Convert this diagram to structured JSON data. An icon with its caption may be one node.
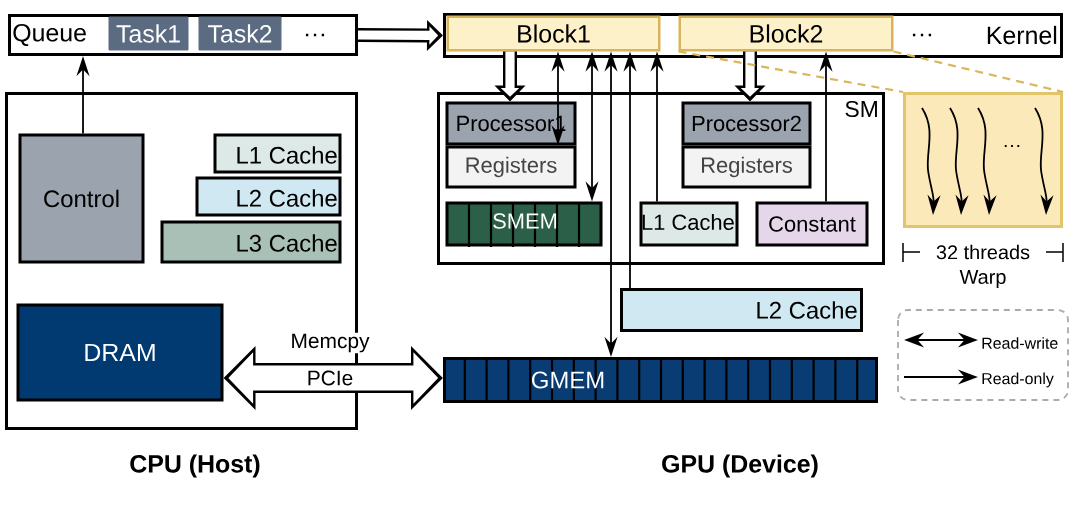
{
  "diagram": {
    "nodes": [
      {
        "text": [
          "Queue",
          "…"
        ]
      },
      {
        "text": [
          "Task1"
        ],
        "in": 0
      },
      {
        "text": [
          "Task2"
        ],
        "in": 0
      },
      {
        "text": [
          "…",
          "Kernel"
        ]
      },
      {
        "text": [
          "Block1"
        ],
        "in": 3
      },
      {
        "text": [
          "Block2"
        ],
        "in": 3
      },
      {
        "text": [],
        "shape": "box"
      },
      {
        "text": [
          "Control"
        ],
        "in": 6
      },
      {
        "text": [
          "L1 Cache"
        ],
        "in": 6
      },
      {
        "text": [
          "L2 Cache"
        ],
        "in": 6
      },
      {
        "text": [
          "L3 Cache"
        ],
        "in": 6
      },
      {
        "text": [
          "DRAM"
        ],
        "in": 6
      },
      {
        "text": [
          "SM"
        ]
      },
      {
        "text": [
          "Processor1"
        ],
        "in": 12
      },
      {
        "text": [
          "Registers"
        ],
        "in": 12
      },
      {
        "text": [
          "Processor2"
        ],
        "in": 12
      },
      {
        "text": [
          "Registers"
        ],
        "in": 12
      },
      {
        "text": [
          "SMEM"
        ],
        "in": 12
      },
      {
        "text": [
          "L1 Cache"
        ],
        "in": 12
      },
      {
        "text": [
          "Constant"
        ],
        "in": 12
      },
      {
        "text": [
          "…"
        ],
        "beside": [
          "32 threads",
          "Warp"
        ]
      },
      {
        "text": [
          "L2 Cache"
        ]
      },
      {
        "text": [
          "GMEM"
        ]
      }
    ],
    "edges": [
      {
        "from": 7,
        "to": 0,
        "arrow": "to"
      },
      {
        "from": 0,
        "to": 3,
        "arrow": "to",
        "style": "thick",
        "color": "#ffffff"
      },
      {
        "from": 11,
        "to": 22,
        "arrow": "both",
        "style": "thick",
        "color": "#ffffff",
        "label": "Memcpy"
      },
      {
        "from": 4,
        "to": 13,
        "arrow": "to",
        "style": "thick",
        "color": "#ffffff"
      },
      {
        "from": 5,
        "to": 15,
        "arrow": "to",
        "style": "thick",
        "color": "#ffffff"
      },
      {
        "from": 4,
        "to": 13,
        "arrow": "both"
      },
      {
        "from": 4,
        "to": 17,
        "arrow": "both"
      },
      {
        "from": 21,
        "to": 4,
        "arrow": "to"
      },
      {
        "from": 4,
        "to": 22,
        "arrow": "both"
      },
      {
        "from": 18,
        "to": 4,
        "arrow": "to"
      },
      {
        "from": 19,
        "to": 5,
        "arrow": "to"
      },
      {
        "from": 5,
        "to": 20,
        "arrow": "none",
        "style": "dashed",
        "color": "#d9b65c"
      },
      {
        "from": 5,
        "to": 20,
        "arrow": "none",
        "style": "dashed",
        "color": "#d9b65c"
      }
    ],
    "labels": [
      "PCIe",
      "CPU (Host)",
      "GPU (Device)"
    ],
    "legend": [
      {
        "text": "Read-write"
      },
      {
        "text": "Read-only"
      }
    ]
  }
}
